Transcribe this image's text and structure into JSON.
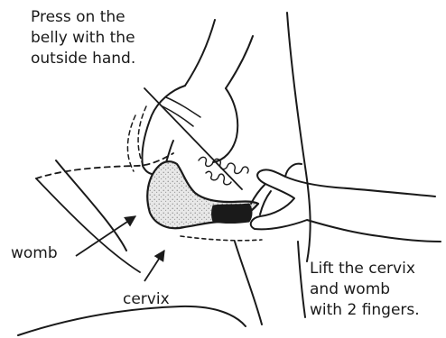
{
  "labels": {
    "outside_hand_instruction": "Press on the\nbelly with the\noutside hand.",
    "lift_instruction": "Lift the cervix\nand womb\nwith 2 fingers.",
    "womb": "womb",
    "cervix": "cervix"
  },
  "colors": {
    "ink": "#1a1a1a",
    "womb_shading": "#dcdcdc",
    "background": "#ffffff"
  },
  "icons": {
    "upper_hand": "outside-hand-pressing-belly",
    "lower_hand": "hand-two-fingers-in-vagina",
    "womb": "womb-organ",
    "cervix": "cervix"
  }
}
